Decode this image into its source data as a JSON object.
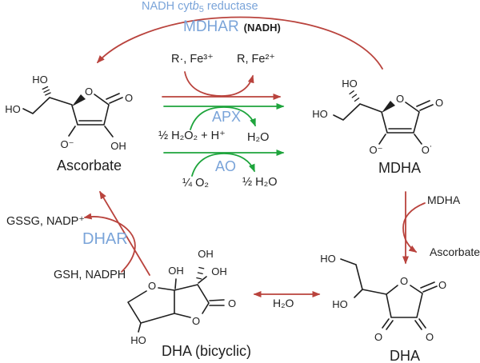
{
  "colors": {
    "red": "#b9433d",
    "green": "#1ea43c",
    "blue": "#7aa4d9",
    "text": "#1f1f1f",
    "background": "#ffffff"
  },
  "labels": {
    "reductase_part1": "NADH cyt",
    "reductase_b": "b",
    "reductase_sub": "5",
    "reductase_part2": "reductase",
    "mdhar": "MDHAR",
    "mdhar_cofactor": "(NADH)",
    "fenton_substrates": "R·, Fe³⁺",
    "fenton_products": "R, Fe²⁺",
    "apx": "APX",
    "apx_substrates": "½ H₂O₂ + H⁺",
    "apx_product": "H₂O",
    "ao": "AO",
    "ao_substrate": "¼ O₂",
    "ao_product": "½ H₂O",
    "dhar": "DHAR",
    "dhar_products": "GSSG, NADP⁺",
    "dhar_substrates": "GSH, NADPH",
    "disprop_substrate": "MDHA",
    "disprop_product": "Ascorbate",
    "hydration": "H₂O"
  },
  "molecules": {
    "ascorbate": {
      "name": "Ascorbate",
      "atoms": {
        "ho_top": "HO",
        "ho_left": "HO",
        "o_ring": "O",
        "o_carbonyl": "O",
        "o_minus": "O⁻",
        "oh": "OH"
      }
    },
    "mdha": {
      "name": "MDHA",
      "atoms": {
        "ho_top": "HO",
        "ho_left": "HO",
        "o_ring": "O",
        "o_carbonyl": "O",
        "o_minus": "O⁻",
        "o_radical": "O˙"
      }
    },
    "dha_bicyclic": {
      "name": "DHA (bicyclic)",
      "atoms": {
        "oh_top": "OH",
        "oh_left": "OH",
        "oh_right": "OH",
        "o_ring_left": "O",
        "o_ring_bottom": "O",
        "o_carbonyl": "O",
        "ho_bottom": "HO"
      }
    },
    "dha": {
      "name": "DHA",
      "atoms": {
        "ho_top": "HO",
        "ho_mid": "HO",
        "o_ring": "O",
        "o_carbonyl_right": "O",
        "o_carbonyl_bottom_left": "O",
        "o_carbonyl_bottom_right": "O"
      }
    }
  }
}
